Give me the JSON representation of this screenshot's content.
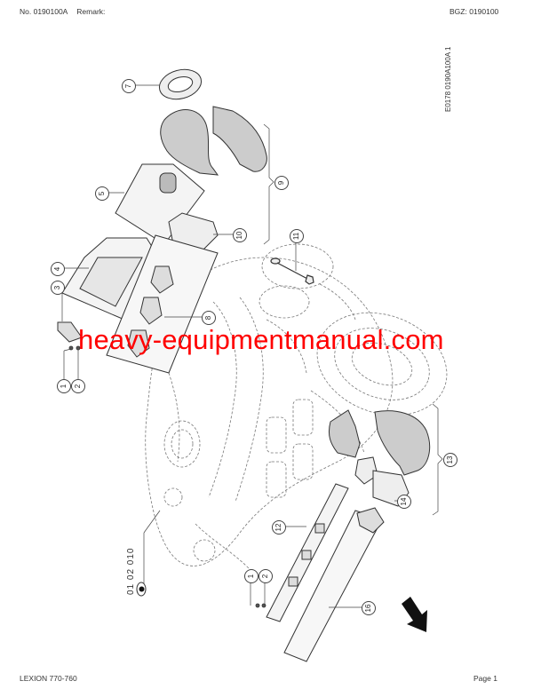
{
  "header": {
    "number": "No. 0190100A",
    "remark_label": "Remark:",
    "bgz": "BGZ: 0190100"
  },
  "footer": {
    "model": "LEXION 770-760",
    "page": "Page 1"
  },
  "drawing": {
    "drawing_code": "E0178 0190A100A 1",
    "group_reference": "01 02 010",
    "view_icon": "eye-icon",
    "direction_icon": "arrow-down-right-icon",
    "callouts": [
      {
        "id": "c1a",
        "label": "1"
      },
      {
        "id": "c2a",
        "label": "2"
      },
      {
        "id": "c3",
        "label": "3"
      },
      {
        "id": "c4",
        "label": "4"
      },
      {
        "id": "c5",
        "label": "5"
      },
      {
        "id": "c7",
        "label": "7"
      },
      {
        "id": "c8",
        "label": "8"
      },
      {
        "id": "c9",
        "label": "9"
      },
      {
        "id": "c10",
        "label": "10"
      },
      {
        "id": "c11",
        "label": "11"
      },
      {
        "id": "c12",
        "label": "12"
      },
      {
        "id": "c13",
        "label": "13"
      },
      {
        "id": "c14",
        "label": "14"
      },
      {
        "id": "c16",
        "label": "16"
      },
      {
        "id": "c1b",
        "label": "1"
      },
      {
        "id": "c2b",
        "label": "2"
      }
    ]
  },
  "watermark": {
    "text": "heavy-equipmentmanual.com",
    "color": "#ff0000"
  }
}
